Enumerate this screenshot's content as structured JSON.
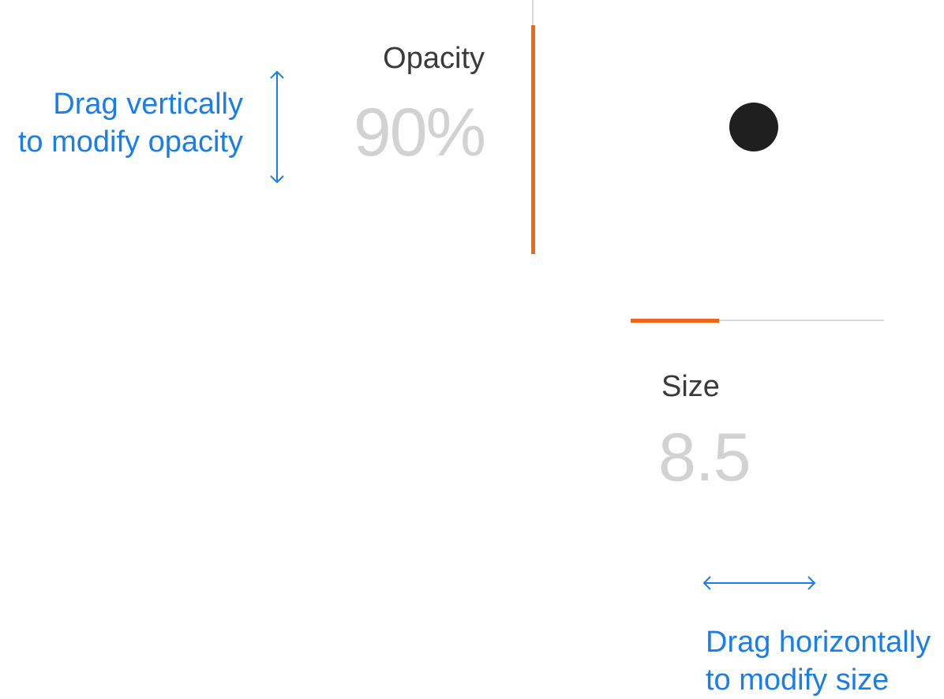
{
  "colors": {
    "accent": "#f26514",
    "track": "#d9d9d9",
    "hint": "#1a7ee6",
    "label": "#3a3a3a",
    "value": "#d2d2d2",
    "dot": "#1f1f1f"
  },
  "opacity": {
    "label": "Opacity",
    "value_text": "90%",
    "fraction": 0.9
  },
  "size": {
    "label": "Size",
    "value_text": "8.5",
    "fraction": 0.35
  },
  "preview": {
    "icon": "dot-preview"
  },
  "hints": {
    "vertical_line1": "Drag vertically",
    "vertical_line2": "to modify opacity",
    "vertical_icon": "vertical-double-arrow",
    "horizontal_line1": "Drag horizontally",
    "horizontal_line2": "to modify size",
    "horizontal_icon": "horizontal-double-arrow"
  }
}
